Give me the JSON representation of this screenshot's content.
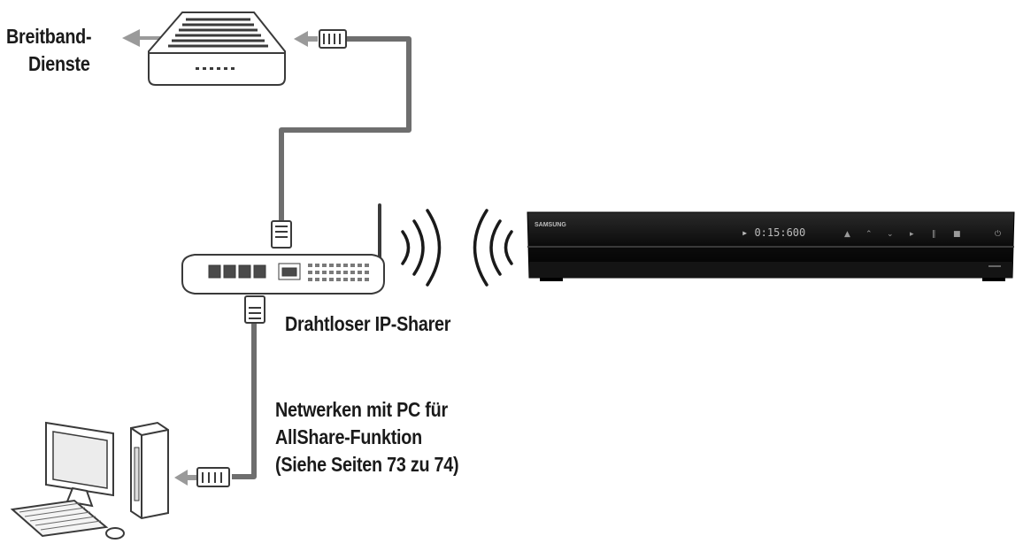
{
  "labels": {
    "broadband_line1": "Breitband-",
    "broadband_line2": "Dienste",
    "router": "Drahtloser IP-Sharer",
    "pc_line1": "Netwerken mit PC für",
    "pc_line2": "AllShare-Funktion",
    "pc_line3": "(Siehe Seiten 73 zu 74)"
  },
  "device": {
    "brand": "SAMSUNG",
    "display": "▸ 0:15:600"
  },
  "colors": {
    "cable": "#6e6e6e",
    "arrow": "#9a9a9a",
    "device_body": "#111111",
    "outline": "#3a3a3a"
  }
}
